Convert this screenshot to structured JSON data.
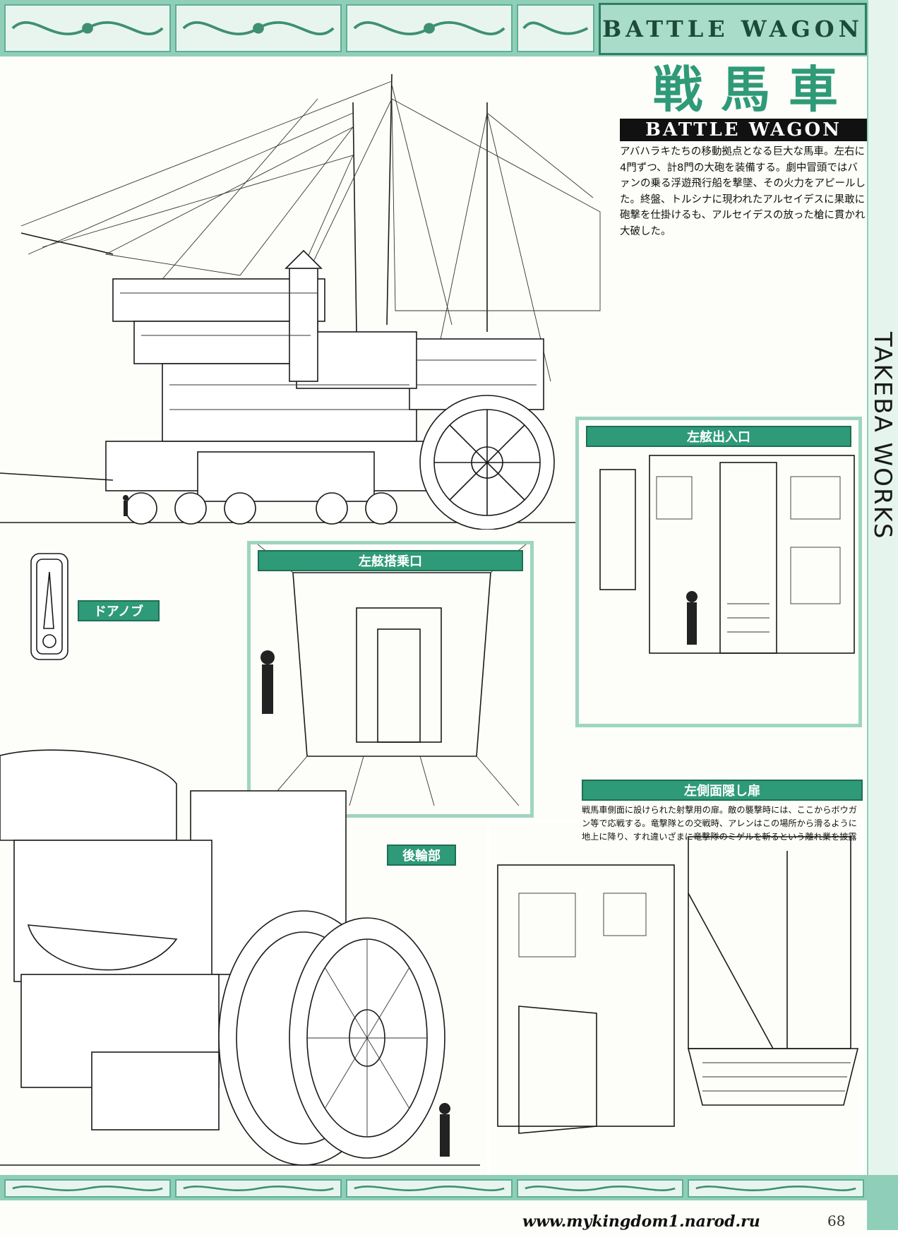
{
  "header": {
    "section_plate": "BATTLE WAGON",
    "title_jp": "戦馬車",
    "title_en": "BATTLE WAGON",
    "description": "アバハラキたちの移動拠点となる巨大な馬車。左右に4門ずつ、計8門の大砲を装備する。劇中冒頭ではバァンの乗る浮遊飛行船を撃墜、その火力をアピールした。終盤、トルシナに現われたアルセイデスに果敢に砲撃を仕掛けるも、アルセイデスの放った槍に貫かれ大破した。"
  },
  "side_tag": "TAKEBA WORKS",
  "labels": {
    "port_entrance": "左舷出入口",
    "port_boarding": "左舷搭乗口",
    "door_knob": "ドアノブ",
    "rear_wheel": "後輪部",
    "left_hidden_door": "左側面隠し扉"
  },
  "hidden_door_note": "戦馬車側面に設けられた射撃用の扉。敵の襲撃時には、ここからボウガン等で応戦する。竜撃隊との交戦時、アレンはこの場所から滑るように地上に降り、すれ違いざまに竜撃隊のミゲルを斬るという離れ業を披露",
  "footer": {
    "url": "www.mykingdom1.narod.ru",
    "page_number": "68"
  },
  "colors": {
    "accent_green": "#2e9a78",
    "border_green": "#8fcfba",
    "panel_border": "#9ed5c2",
    "ink": "#1a1a1a"
  }
}
